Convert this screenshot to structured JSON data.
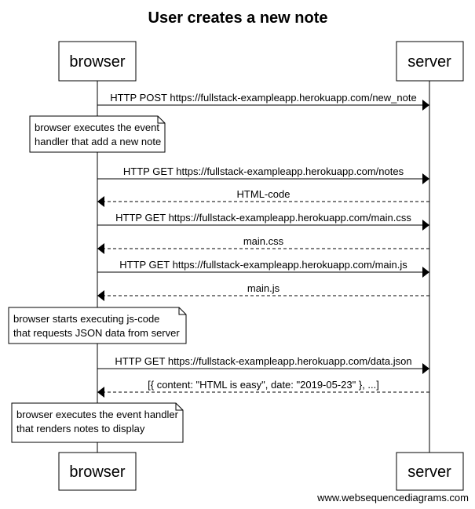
{
  "title": "User creates a new note",
  "actors": {
    "left": "browser",
    "right": "server"
  },
  "messages": [
    {
      "text": "HTTP POST https://fullstack-exampleapp.herokuapp.com/new_note",
      "dir": "right",
      "style": "solid"
    },
    {
      "text": "HTTP GET https://fullstack-exampleapp.herokuapp.com/notes",
      "dir": "right",
      "style": "solid"
    },
    {
      "text": "HTML-code",
      "dir": "left",
      "style": "dashed"
    },
    {
      "text": "HTTP GET https://fullstack-exampleapp.herokuapp.com/main.css",
      "dir": "right",
      "style": "solid"
    },
    {
      "text": "main.css",
      "dir": "left",
      "style": "dashed"
    },
    {
      "text": "HTTP GET https://fullstack-exampleapp.herokuapp.com/main.js",
      "dir": "right",
      "style": "solid"
    },
    {
      "text": "main.js",
      "dir": "left",
      "style": "dashed"
    },
    {
      "text": "HTTP GET https://fullstack-exampleapp.herokuapp.com/data.json",
      "dir": "right",
      "style": "solid"
    },
    {
      "text": "[{ content: \"HTML is easy\", date: \"2019-05-23\" }, ...]",
      "dir": "left",
      "style": "dashed"
    }
  ],
  "notes": [
    {
      "lines": [
        "browser executes the event",
        "handler that add a new note"
      ]
    },
    {
      "lines": [
        "browser starts executing js-code",
        "that requests JSON data from server"
      ]
    },
    {
      "lines": [
        "browser executes the event handler",
        "that renders notes to display"
      ]
    }
  ],
  "footer": "www.websequencediagrams.com"
}
